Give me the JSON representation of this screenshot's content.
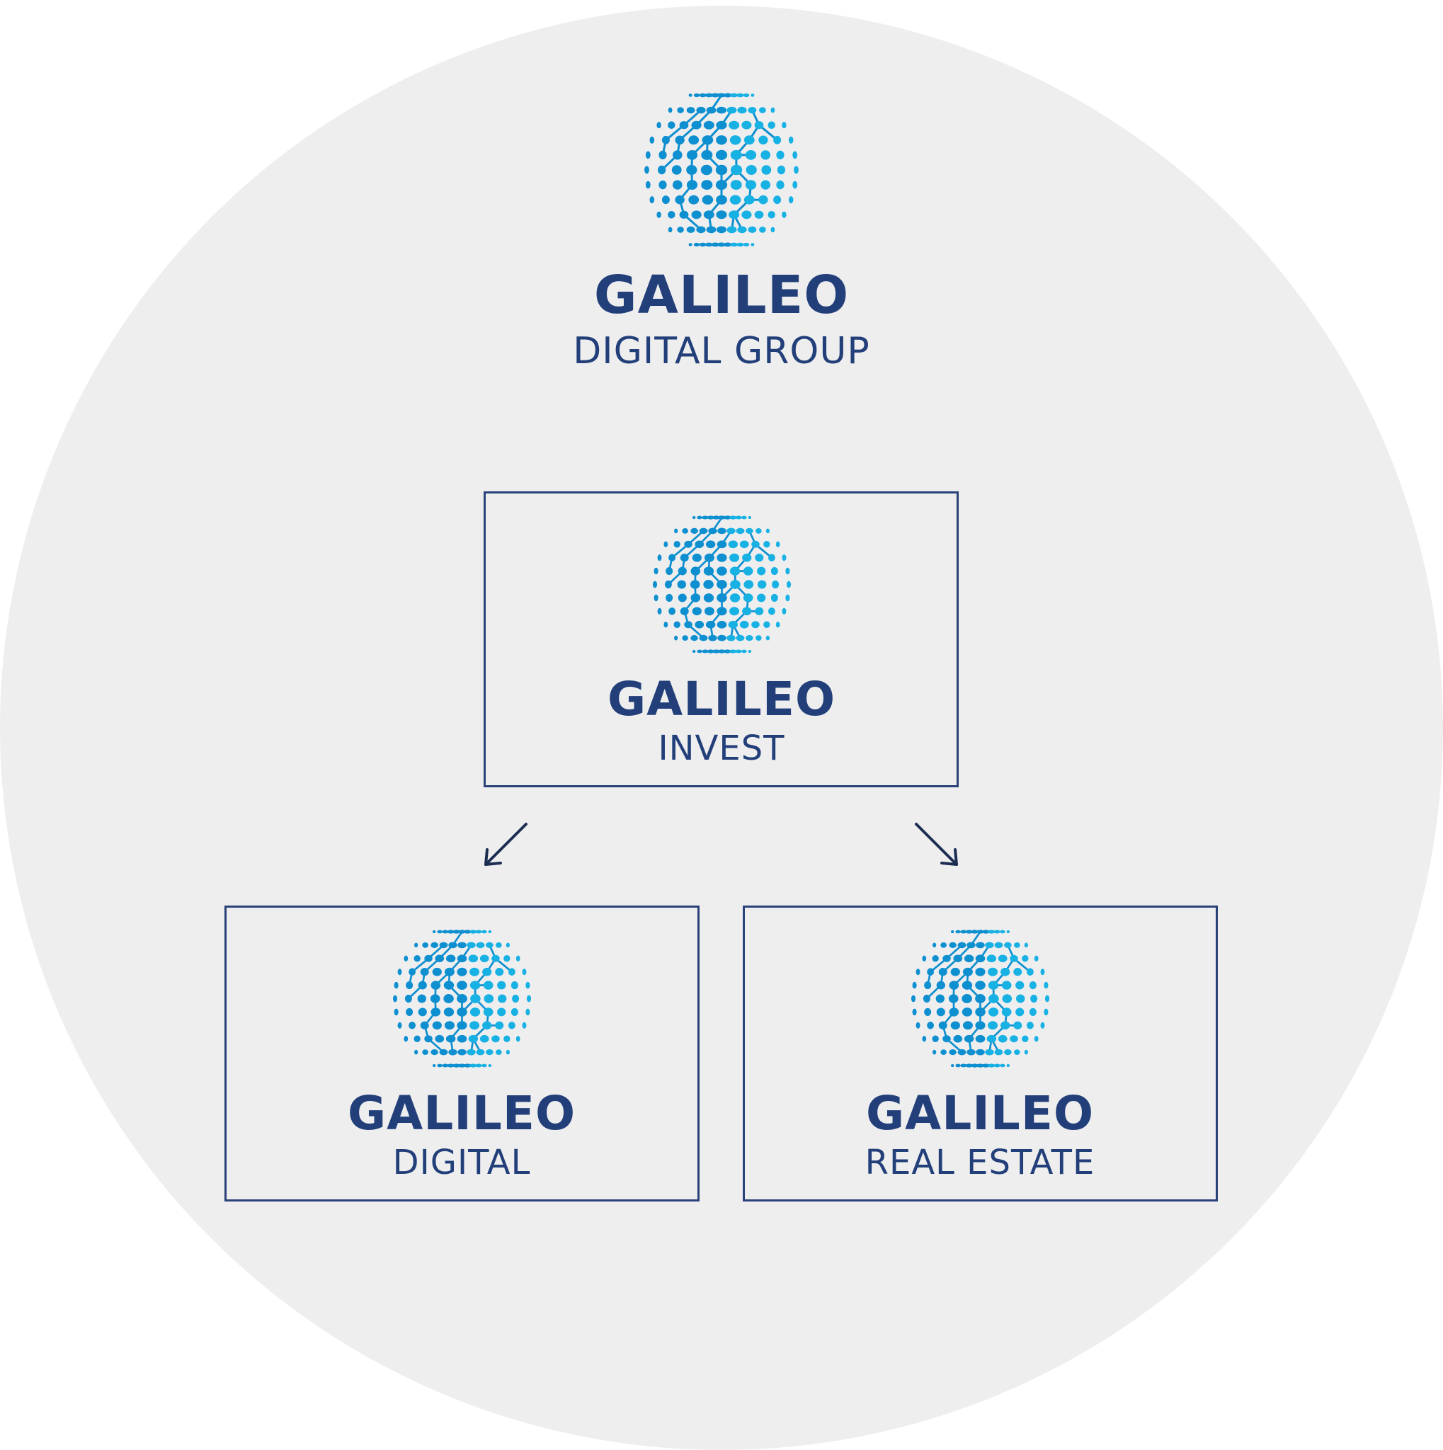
{
  "colors": {
    "background_circle": "#eeeeef",
    "brand_text": "#223f7a",
    "box_border": "#2a4279",
    "globe_dot_dark": "#0e8fd0",
    "globe_dot_light": "#18b1e4",
    "arrow": "#1c2d52"
  },
  "nodes": {
    "group": {
      "name": "GALILEO",
      "sub": "DIGITAL GROUP",
      "icon": "globe-icon"
    },
    "invest": {
      "name": "GALILEO",
      "sub": "INVEST",
      "icon": "globe-icon"
    },
    "digital": {
      "name": "GALILEO",
      "sub": "DIGITAL",
      "icon": "globe-icon"
    },
    "real_estate": {
      "name": "GALILEO",
      "sub": "REAL ESTATE",
      "icon": "globe-icon"
    }
  },
  "edges": [
    {
      "from": "invest",
      "to": "digital"
    },
    {
      "from": "invest",
      "to": "real_estate"
    }
  ]
}
